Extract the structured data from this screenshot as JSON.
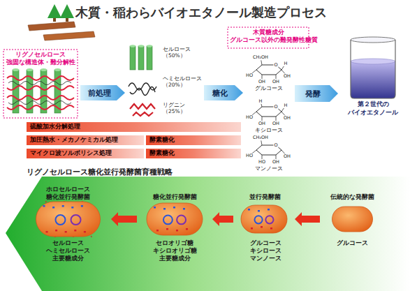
{
  "diagram": {
    "title": "木質・稲わらバイオエタノール製造プロセス",
    "nodes": [
      {
        "text": [
          "リグノセルロース",
          "強固な構造体・難分解性"
        ]
      },
      {
        "text": [
          "前処理"
        ]
      },
      {
        "text": [
          "糖化"
        ]
      },
      {
        "text": [
          "発酵"
        ]
      },
      {
        "text": [
          "木質糖成分",
          "グルコース以外の難発酵性糖質"
        ]
      },
      {
        "text": [
          "第２世代の バイオエタノール"
        ]
      },
      {
        "text": [
          "硫酸加水分解処理"
        ]
      },
      {
        "text": [
          "加圧熱水・メカノケミカル処理"
        ]
      },
      {
        "text": [
          "酵素糖化"
        ]
      },
      {
        "text": [
          "マイクロ波ソルボリシス処理"
        ]
      },
      {
        "text": [
          "酵素糖化"
        ]
      },
      {
        "text": [
          "リグノセルロース糖化並行発酵菌育種戦略"
        ]
      },
      {
        "text": [
          "ホロセルロース 糖化並行発酵菌",
          "セルロース ヘミセルロース 主要糖成分"
        ],
        "in": 11
      },
      {
        "text": [
          "糖化並行発酵菌",
          "セロオリゴ糖 キシロオリゴ糖 主要糖成分"
        ],
        "in": 11
      },
      {
        "text": [
          "並行発酵菌",
          "グルコース キシロース マンノース"
        ],
        "in": 11
      },
      {
        "text": [
          "伝統的な発酵菌",
          "グルコース"
        ],
        "in": 11
      }
    ],
    "edges": [
      {
        "from": 15,
        "to": 14,
        "arrow": "to"
      },
      {
        "from": 14,
        "to": 13,
        "arrow": "to"
      },
      {
        "from": 13,
        "to": 12,
        "arrow": "to"
      }
    ],
    "labels": [
      "セルロース （50%）",
      "ヘミセルロース （20%）",
      "リグニン （25%）",
      "CH₂OH",
      "O",
      "OH",
      "H",
      "OH",
      "HO",
      "OH",
      "グルコース",
      "O",
      "OH",
      "H",
      "OH",
      "HO",
      "OH",
      "H",
      "キシロース",
      "CH₂OH",
      "O",
      "OH",
      "OH",
      "HO",
      "HO",
      "マンノース"
    ]
  }
}
